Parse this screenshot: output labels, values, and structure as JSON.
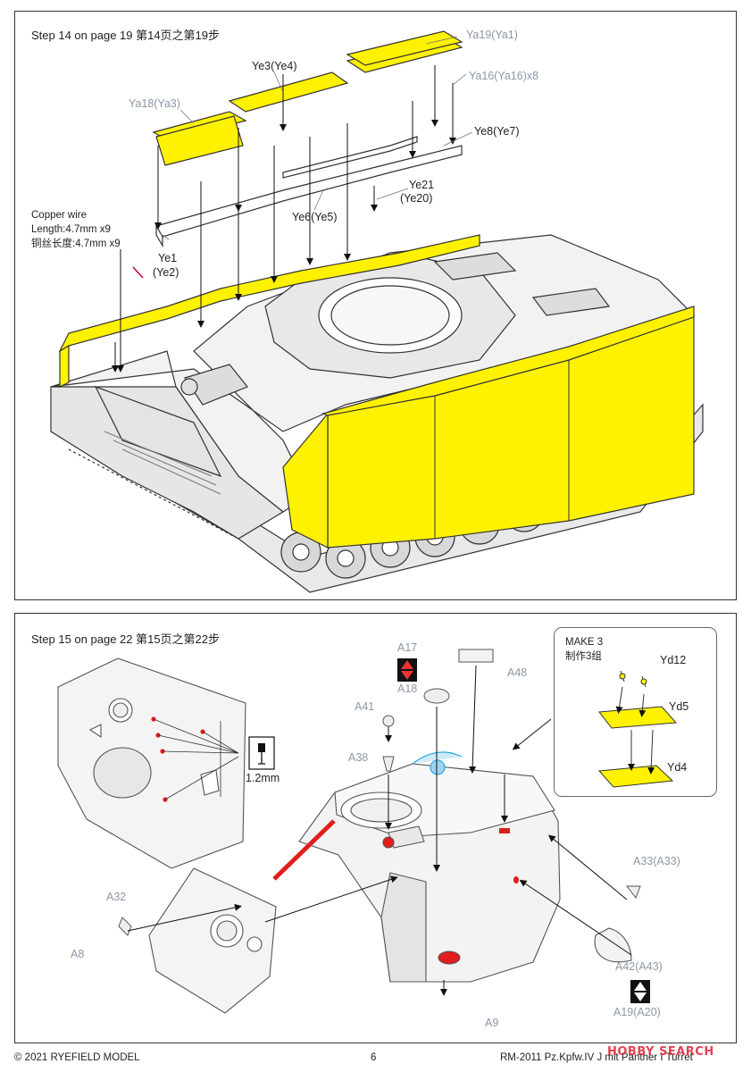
{
  "step14": {
    "title": "Step 14 on page 19  第14页之第19步",
    "labels": {
      "ya19": "Ya19(Ya1)",
      "ye3": "Ye3(Ye4)",
      "ya16": "Ya16(Ya16)x8",
      "ya18": "Ya18(Ya3)",
      "ye8": "Ye8(Ye7)",
      "ye21": "Ye21",
      "ye20": "(Ye20)",
      "ye6": "Ye6(Ye5)",
      "wire1": "Copper wire",
      "wire2": "Length:4.7mm x9",
      "wire3": "铜丝长度:4.7mm x9",
      "ye1": "Ye1",
      "ye2": "(Ye2)"
    }
  },
  "step15": {
    "title": "Step 15 on page 22  第15页之第22步",
    "labels": {
      "a17": "A17",
      "a18": "A18",
      "a48": "A48",
      "a41": "A41",
      "a38": "A38",
      "drill": "1.2mm",
      "make3": "MAKE 3",
      "make3cn": "制作3组",
      "yd12": "Yd12",
      "yd5": "Yd5",
      "yd4": "Yd4",
      "a33": "A33(A33)",
      "a32": "A32",
      "a8": "A8",
      "a42": "A42(A43)",
      "a19": "A19(A20)",
      "a9": "A9"
    }
  },
  "footer": {
    "copyright": "© 2021 RYEFIELD MODEL",
    "page": "6",
    "product": "RM-2011 Pz.Kpfw.IV J mit Panther I Turret"
  },
  "watermark": "HOBBY SEARCH",
  "colors": {
    "armor_yellow": "#fff200",
    "outline": "#333333",
    "grey_label": "#8c97a3",
    "hull_grey": "#f2f2f2",
    "red_mark": "#e11d1d",
    "blue_mark": "#1aa3e0"
  }
}
